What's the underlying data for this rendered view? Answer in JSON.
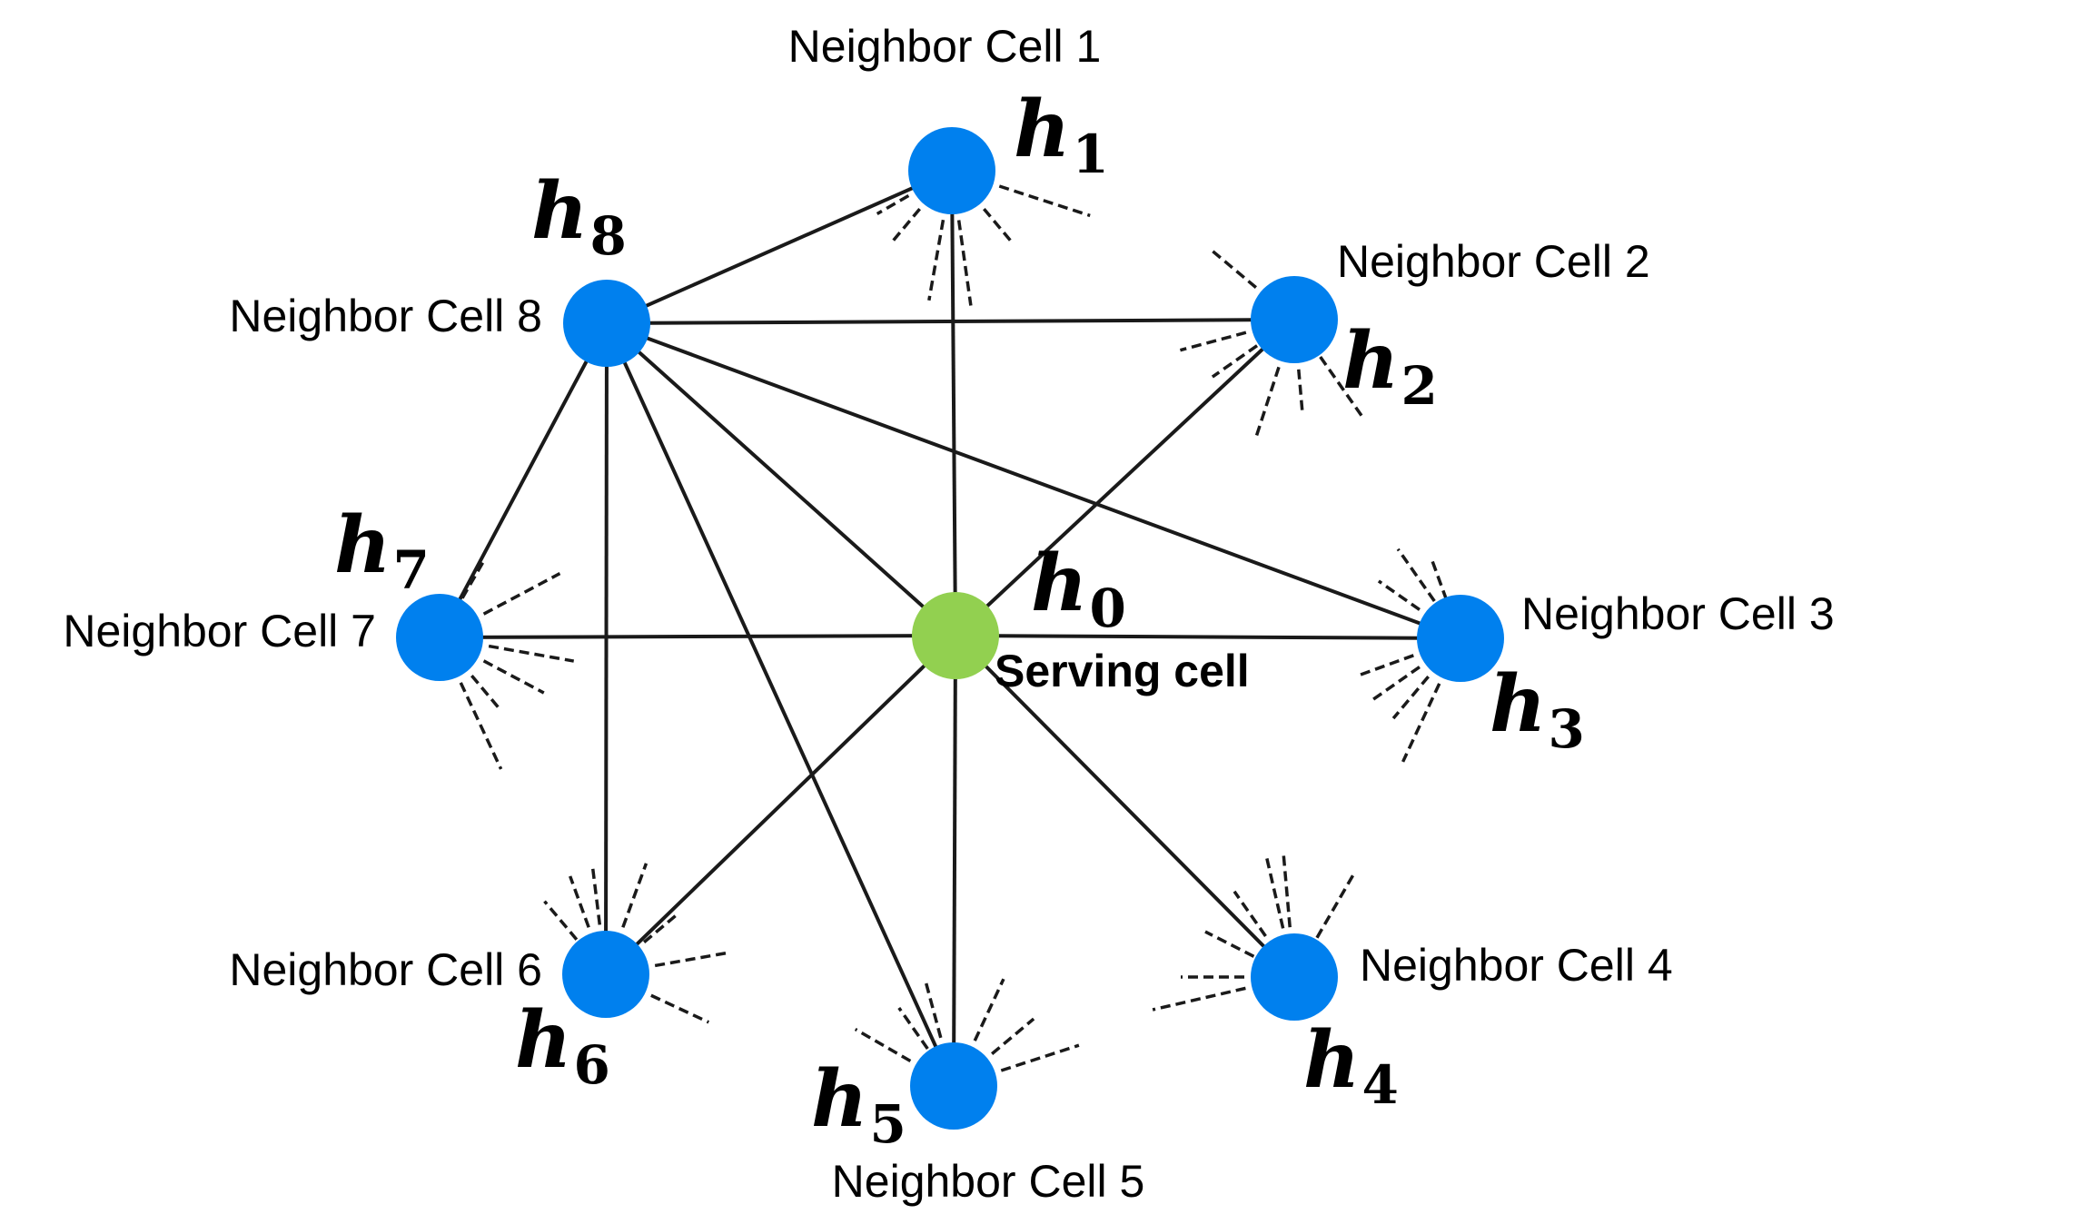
{
  "serving_cell": {
    "label": "Serving cell",
    "symbol": "h",
    "subscript": "0",
    "color": "#92D050"
  },
  "neighbor_color": "#0080EE",
  "neighbors": [
    {
      "label": "Neighbor Cell 1",
      "symbol": "h",
      "subscript": "1"
    },
    {
      "label": "Neighbor Cell 2",
      "symbol": "h",
      "subscript": "2"
    },
    {
      "label": "Neighbor Cell 3",
      "symbol": "h",
      "subscript": "3"
    },
    {
      "label": "Neighbor Cell 4",
      "symbol": "h",
      "subscript": "4"
    },
    {
      "label": "Neighbor Cell 5",
      "symbol": "h",
      "subscript": "5"
    },
    {
      "label": "Neighbor Cell 6",
      "symbol": "h",
      "subscript": "6"
    },
    {
      "label": "Neighbor Cell 7",
      "symbol": "h",
      "subscript": "7"
    },
    {
      "label": "Neighbor Cell 8",
      "symbol": "h",
      "subscript": "8"
    }
  ],
  "links": [
    [
      "0",
      "1"
    ],
    [
      "0",
      "2"
    ],
    [
      "0",
      "3"
    ],
    [
      "0",
      "4"
    ],
    [
      "0",
      "5"
    ],
    [
      "0",
      "6"
    ],
    [
      "0",
      "7"
    ],
    [
      "0",
      "8"
    ],
    [
      "8",
      "1"
    ],
    [
      "8",
      "2"
    ],
    [
      "8",
      "3"
    ],
    [
      "8",
      "5"
    ],
    [
      "8",
      "6"
    ],
    [
      "8",
      "7"
    ]
  ]
}
